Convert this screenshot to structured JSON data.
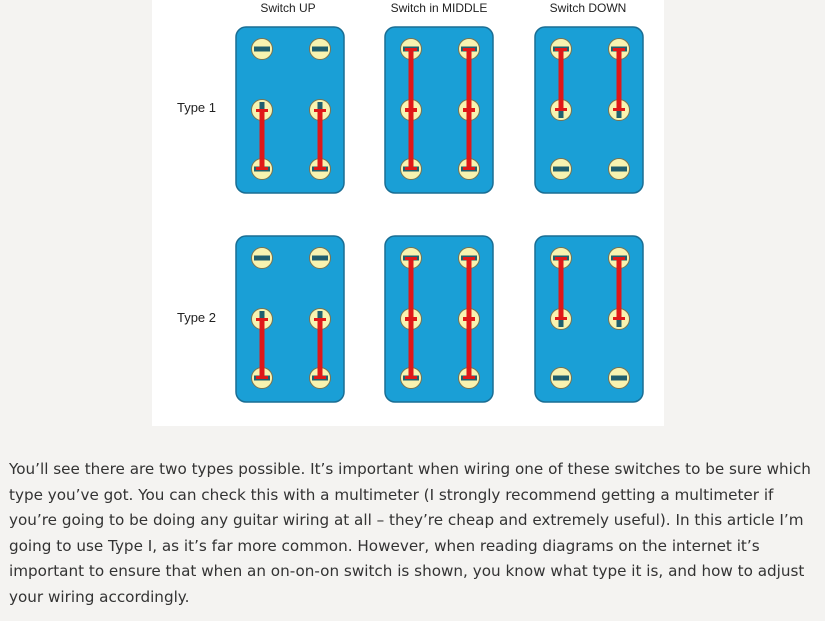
{
  "diagram": {
    "column_labels": [
      "Switch UP",
      "Switch in MIDDLE",
      "Switch DOWN"
    ],
    "row_labels": [
      "Type 1",
      "Type 2"
    ],
    "colors": {
      "plate": "#1a9fd6",
      "plate_border": "#1a6e94",
      "lug": "#f8f3b0",
      "lug_border": "#7a7350",
      "slot": "#1f5f6e",
      "connection": "#e01818"
    },
    "lug_orientation": {
      "horizontal": [
        [
          0,
          0
        ],
        [
          0,
          1
        ],
        [
          2,
          0
        ],
        [
          2,
          1
        ]
      ],
      "vertical": [
        [
          1,
          0
        ],
        [
          1,
          1
        ]
      ]
    },
    "connections": [
      [
        [
          [
            1,
            2
          ]
        ],
        [
          [
            0,
            1
          ],
          [
            1,
            2
          ]
        ],
        [
          [
            0,
            1
          ]
        ]
      ],
      [
        [
          [
            1,
            2
          ]
        ],
        [
          [
            1,
            2
          ],
          [
            0,
            1
          ]
        ],
        [
          [
            0,
            1
          ]
        ]
      ]
    ]
  },
  "caption": "You’ll see there are two types possible. It’s important when wiring one of these switches to be sure which type you’ve got. You can check this with a multimeter (I strongly recommend getting a multimeter if you’re going to be doing any guitar wiring at all – they’re cheap and extremely useful). In this article I’m going to use Type I, as it’s far more common. However, when reading diagrams on the internet it’s important to ensure that when an on-on-on switch is shown, you know what type it is, and how to adjust your wiring accordingly."
}
